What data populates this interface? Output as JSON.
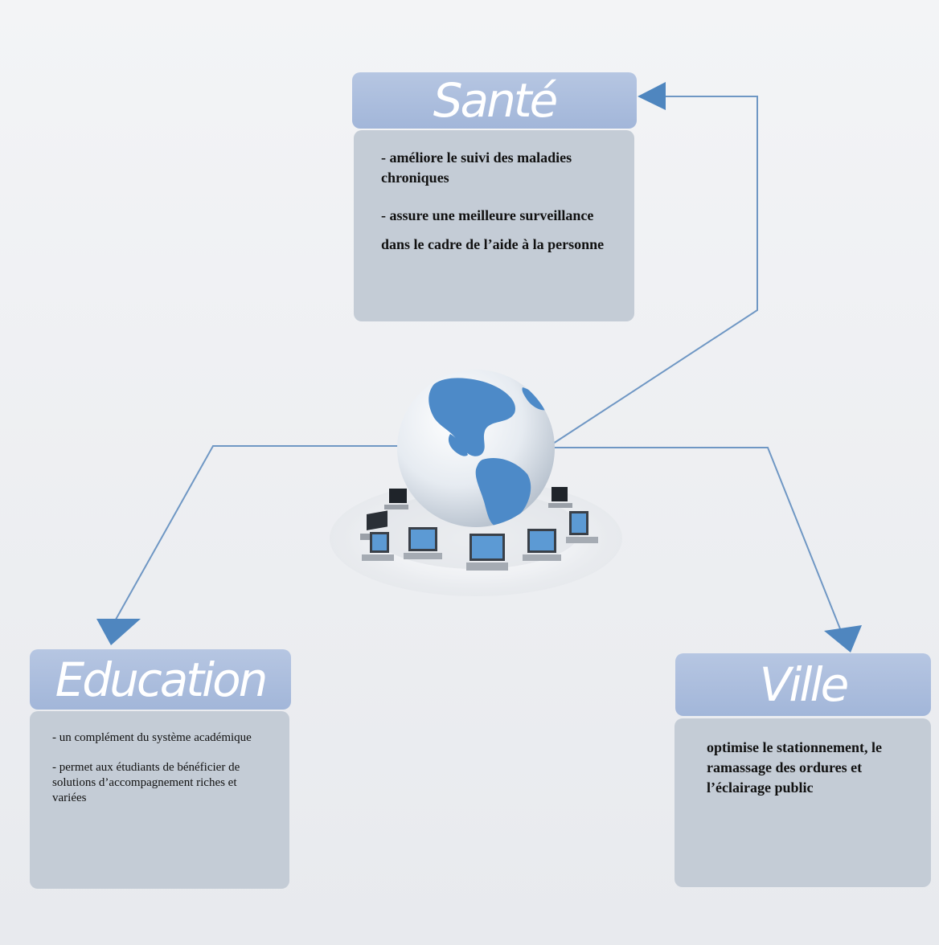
{
  "sante": {
    "title": "Santé",
    "lines": [
      "- améliore le suivi des maladies chroniques",
      "- assure une meilleure surveillance dans le cadre de l’aide à la personne"
    ]
  },
  "education": {
    "title": "Education",
    "lines": [
      "- un complément du système académique",
      "- permet aux étudiants de bénéficier de solutions d’accompagnement riches et variées"
    ]
  },
  "ville": {
    "title": "Ville",
    "lines": [
      "optimise le stationnement, le ramassage des ordures et l’éclairage public"
    ]
  },
  "colors": {
    "header": "#a8badb",
    "body": "#c4ccd6",
    "arrow": "#6b95c4",
    "ocean": "#4d8ac8"
  },
  "icons": [
    "globe-with-laptops-icon"
  ]
}
